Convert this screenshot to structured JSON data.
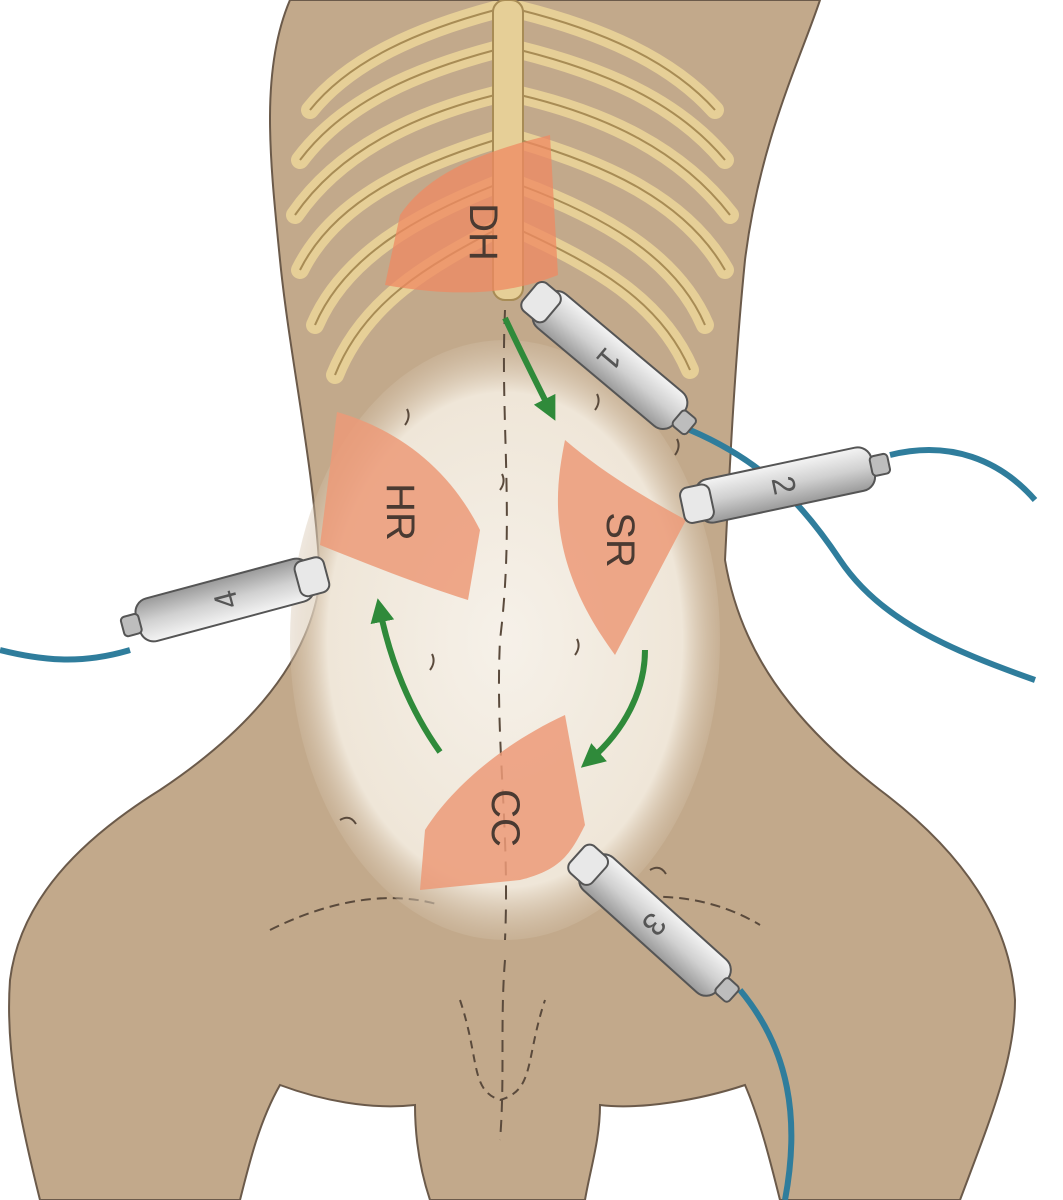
{
  "regions": [
    {
      "id": "dh",
      "label": "DH"
    },
    {
      "id": "hr",
      "label": "HR"
    },
    {
      "id": "sr",
      "label": "SR"
    },
    {
      "id": "cc",
      "label": "CC"
    }
  ],
  "probes": [
    {
      "id": "probe1",
      "number": "1"
    },
    {
      "id": "probe2",
      "number": "2"
    },
    {
      "id": "probe3",
      "number": "3"
    },
    {
      "id": "probe4",
      "number": "4"
    }
  ],
  "colors": {
    "fur": "#c2a98b",
    "fur_outline": "#6b5a4a",
    "ribs": "#e6cf97",
    "rib_outline": "#a88c55",
    "shaved": "#f2ece2",
    "window": "#ec9a78",
    "window_dh": "#ef8a62",
    "arrow": "#2f8a3a",
    "cable": "#2f7d9c",
    "probe": "#d8d8d8"
  }
}
